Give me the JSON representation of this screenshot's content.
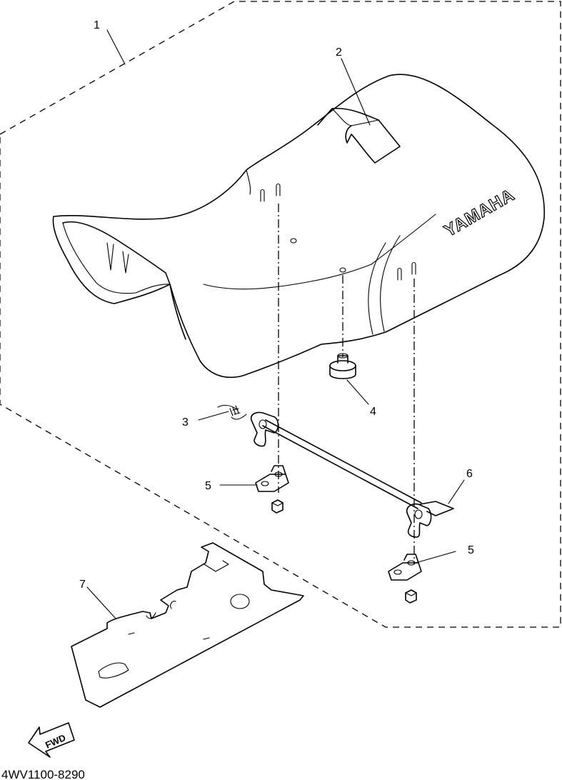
{
  "callouts": {
    "c1": "1",
    "c2": "2",
    "c3": "3",
    "c4": "4",
    "c5a": "5",
    "c5b": "5",
    "c6": "6",
    "c7": "7"
  },
  "seat_logo": "YAMAHA",
  "fwd_label": "FWD",
  "diagram_code": "4WV1100-8290"
}
